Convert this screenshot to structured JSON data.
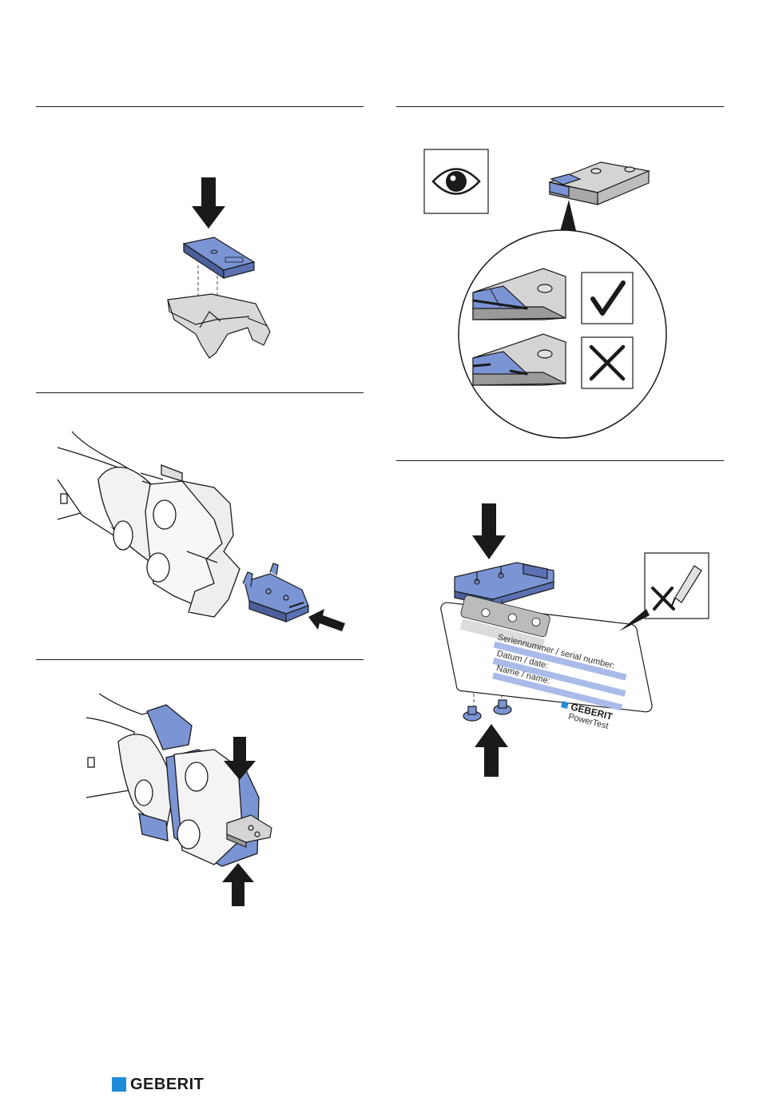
{
  "colors": {
    "accent": "#7b94d4",
    "accent_dark": "#4a5f9c",
    "line": "#1a1a1a",
    "insert_gray": "#c9c9c9",
    "brand": "#1f8bd9"
  },
  "card": {
    "serial_label": "Seriennummer / serial number:",
    "date_label": "Datum / date:",
    "name_label": "Name / name:",
    "brand": "GEBERIT",
    "product": "PowerTest"
  },
  "footer": {
    "brand": "GEBERIT"
  },
  "icons": [
    "arrow-down-icon",
    "arrow-up-icon",
    "arrow-left-icon",
    "eye-icon",
    "check-icon",
    "cross-icon",
    "pen-icon"
  ]
}
